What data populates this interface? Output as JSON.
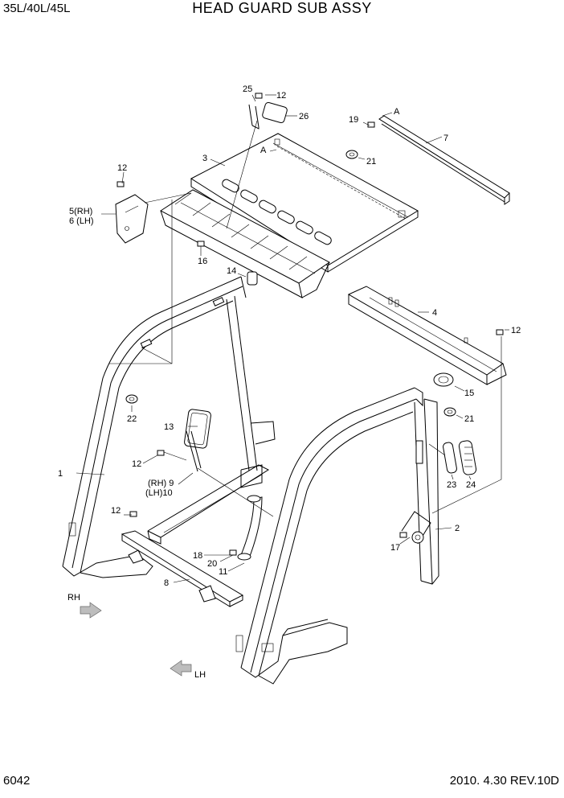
{
  "header": {
    "model": "35L/40L/45L",
    "title": "HEAD GUARD SUB ASSY"
  },
  "footer": {
    "page_number": "6042",
    "revision": "2010. 4.30 REV.10D"
  },
  "callouts": {
    "c1": "1",
    "c2": "2",
    "c3": "3",
    "c4": "4",
    "c5": "5(RH)",
    "c6": "6 (LH)",
    "c7": "7",
    "c8": "8",
    "c9": "(RH) 9",
    "c10": "(LH)10",
    "c11": "11",
    "c12a": "12",
    "c12b": "12",
    "c12c": "12",
    "c12d": "12",
    "c12e": "12",
    "c13": "13",
    "c14": "14",
    "c15": "15",
    "c16": "16",
    "c17": "17",
    "c18": "18",
    "c19": "19",
    "c20": "20",
    "c21a": "21",
    "c21b": "21",
    "c22": "22",
    "c23": "23",
    "c24": "24",
    "c25": "25",
    "c26": "26",
    "ref_a1": "A",
    "ref_a2": "A"
  },
  "direction_labels": {
    "rh": "RH",
    "lh": "LH"
  }
}
